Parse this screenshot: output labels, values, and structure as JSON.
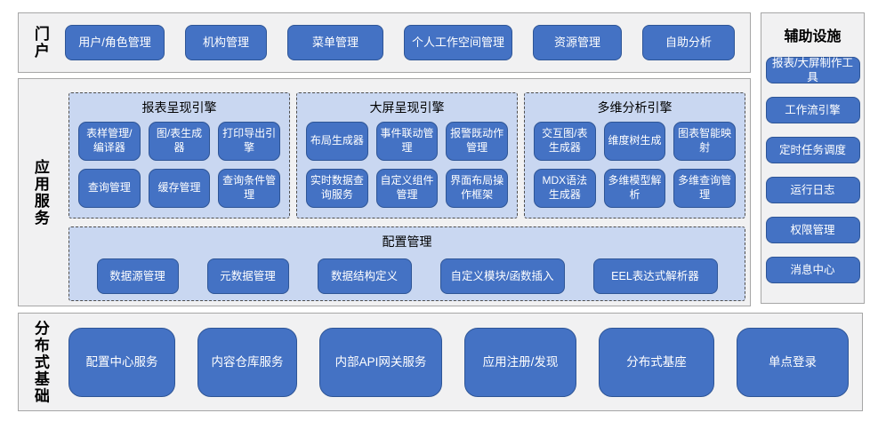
{
  "portal": {
    "label": "门户",
    "buttons": [
      "用户/角色管理",
      "机构管理",
      "菜单管理",
      "个人工作空间管理",
      "资源管理",
      "自助分析"
    ]
  },
  "app_services": {
    "label": "应用服务",
    "groups": [
      {
        "title": "报表呈现引擎",
        "buttons": [
          "表样管理/编译器",
          "图/表生成器",
          "打印导出引擎",
          "查询管理",
          "缓存管理",
          "查询条件管理"
        ]
      },
      {
        "title": "大屏呈现引擎",
        "buttons": [
          "布局生成器",
          "事件联动管理",
          "报警既动作管理",
          "实时数据查询服务",
          "自定义组件管理",
          "界面布局操作框架"
        ]
      },
      {
        "title": "多维分析引擎",
        "buttons": [
          "交互图/表生成器",
          "维度树生成",
          "图表智能映射",
          "MDX语法生成器",
          "多维模型解析",
          "多维查询管理"
        ]
      }
    ],
    "config": {
      "title": "配置管理",
      "buttons": [
        "数据源管理",
        "元数据管理",
        "数据结构定义",
        "自定义模块/函数插入",
        "EEL表达式解析器"
      ]
    }
  },
  "auxiliary": {
    "title": "辅助设施",
    "buttons": [
      "报表/大屏制作工具",
      "工作流引擎",
      "定时任务调度",
      "运行日志",
      "权限管理",
      "消息中心"
    ]
  },
  "distributed": {
    "label": "分布式基础",
    "buttons": [
      "配置中心服务",
      "内容仓库服务",
      "内部API网关服务",
      "应用注册/发现",
      "分布式基座",
      "单点登录"
    ]
  },
  "colors": {
    "button": "#4472c4",
    "button_border": "#2e5596",
    "panel_bg": "#c9d7f1",
    "panel_border": "#4d4d4d",
    "section_bg": "#f1f1f2",
    "section_border": "#a6a6a6"
  }
}
